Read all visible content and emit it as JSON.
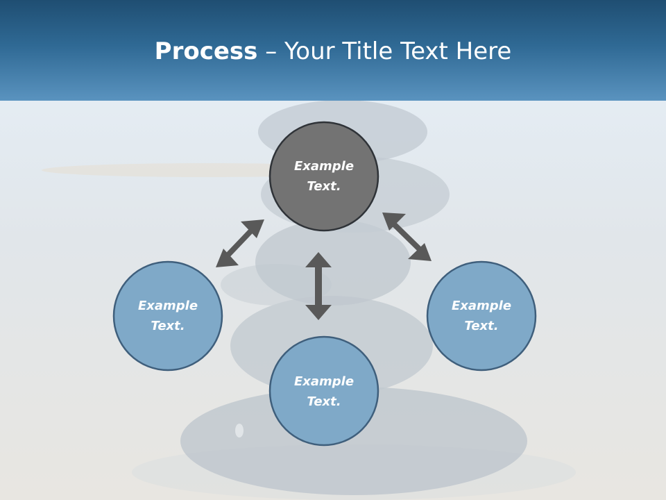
{
  "title": {
    "bold_part": "Process",
    "separator": " – ",
    "rest": "Your Title Text Here"
  },
  "nodes": [
    {
      "label": "Example\nText.",
      "emphasis": "primary"
    },
    {
      "label": "Example\nText.",
      "emphasis": "secondary"
    },
    {
      "label": "Example\nText.",
      "emphasis": "secondary"
    },
    {
      "label": "Example\nText.",
      "emphasis": "secondary"
    }
  ],
  "arrows": [
    {
      "from": "top node",
      "to": "left node",
      "style": "double-headed"
    },
    {
      "from": "top node",
      "to": "right node",
      "style": "double-headed"
    },
    {
      "from": "top node",
      "to": "bottom node",
      "style": "double-headed"
    }
  ],
  "colors": {
    "header_dark": "#1f4e72",
    "header_light": "#5a93bf",
    "primary_node_fill": "#737373",
    "secondary_node_fill": "#7fa9c8",
    "node_border": "#3f5f7c",
    "arrow": "#595959",
    "background": "#e3ebf2"
  },
  "background_image": "stacked-stones-on-beach"
}
